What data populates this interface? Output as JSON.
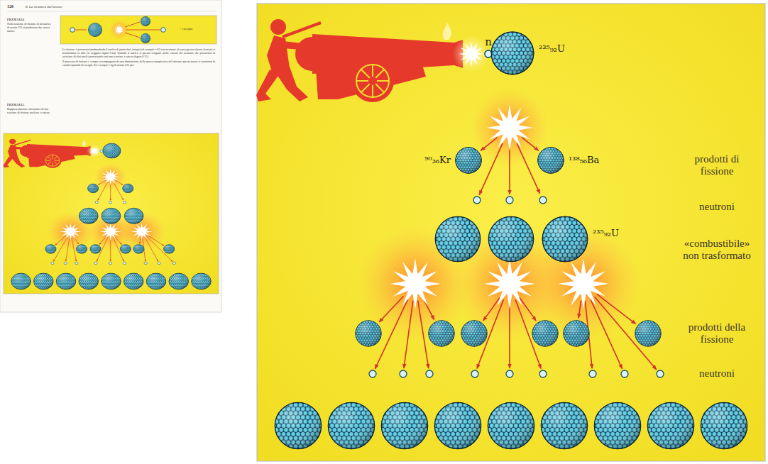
{
  "diagram": {
    "nodes": [
      {
        "text": [
          "n"
        ]
      },
      {
        "text": [
          "²³⁵₉₂U"
        ]
      },
      {
        "text": [
          "⁹⁰₃₆Kr"
        ]
      },
      {
        "text": [
          "¹³⁸₅₆Ba"
        ]
      },
      {
        "text": [
          "²³⁵₉₂U"
        ]
      }
    ],
    "labels": [
      "126",
      "8. La struttura dell'atomo",
      "FIGURA 8.14.",
      "Nella reazione di fissione di un nucleo di uranio 235 si producono due nuovi nuclei.",
      "+ energia",
      "La fissione è provocata bombardando il nucleo di particolari isotopi (ad esempio ²³⁵U) con neutroni: di conseguenza alcuni elementi si trasformano in altri (si veggano figura 8.14). Quando il nucleo si spezza vengono anche emessi dei neutroni che provocano la scissione di altri nuclei provocando così una reazione a catena (figura 8.15).",
      "Il processo di fissione è sempre accompagnato da una diminuzione della massa complessiva del sistema: questa massa si trasforma in enormi quantità di energia. Per esempio 1 kg di uranio 235 pro-",
      "FIGURA 8.15.",
      "Rappresentazione schematica di una reazione di fissione nucleare a catena.",
      "prodotti di fissione",
      "neutroni",
      "«combustibile» non trasformato",
      "prodotti della fissione",
      "neutroni"
    ]
  }
}
